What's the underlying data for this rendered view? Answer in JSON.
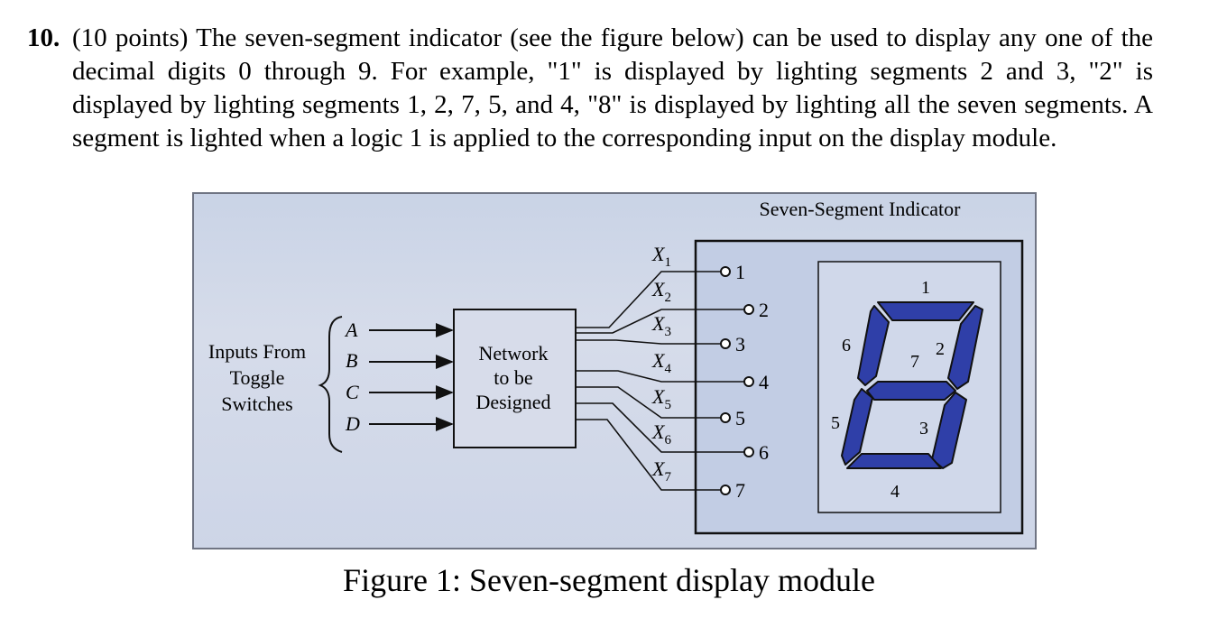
{
  "problem": {
    "number": "10.",
    "text": "(10 points) The seven-segment indicator (see the figure below) can be used to display any one of the decimal digits 0 through 9. For example, \"1\" is displayed by lighting segments 2 and 3, \"2\" is displayed by lighting segments 1, 2, 7, 5, and 4, \"8\" is displayed by lighting all the seven segments. A segment is lighted when a logic 1 is applied to the corresponding input on the display module."
  },
  "figure": {
    "indicator_title": "Seven-Segment Indicator",
    "inputs_label": [
      "Inputs From",
      "Toggle",
      "Switches"
    ],
    "input_letters": [
      "A",
      "B",
      "C",
      "D"
    ],
    "network_label": [
      "Network",
      "to be",
      "Designed"
    ],
    "outputs": [
      "X1",
      "X2",
      "X3",
      "X4",
      "X5",
      "X6",
      "X7"
    ],
    "pins": [
      "1",
      "2",
      "3",
      "4",
      "5",
      "6",
      "7"
    ],
    "segment_labels": [
      "1",
      "2",
      "3",
      "4",
      "5",
      "6",
      "7"
    ],
    "segment_color": "#2f3fa8"
  },
  "caption": "Figure 1: Seven-segment display module"
}
